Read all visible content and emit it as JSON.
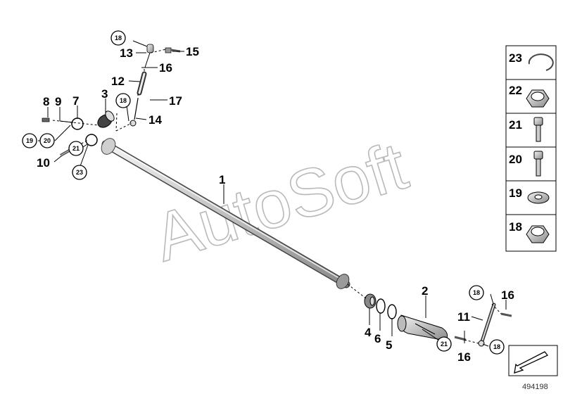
{
  "watermark": "AutoSoft",
  "document_number": "494198",
  "callouts": {
    "c1": "1",
    "c2": "2",
    "c3": "3",
    "c4": "4",
    "c5": "5",
    "c6": "6",
    "c7": "7",
    "c8": "8",
    "c9": "9",
    "c10": "10",
    "c11": "11",
    "c12": "12",
    "c13": "13",
    "c14": "14",
    "c15": "15",
    "c16a": "16",
    "c16b": "16",
    "c16c": "16",
    "c17": "17"
  },
  "circled": {
    "r18a": "18",
    "r18b": "18",
    "r18c": "18",
    "r18d": "18",
    "r19": "19",
    "r20": "20",
    "r21a": "21",
    "r21b": "21",
    "r23": "23"
  },
  "legend": [
    {
      "label": "23",
      "part": "circlip-ring-icon"
    },
    {
      "label": "22",
      "part": "hex-nut-icon"
    },
    {
      "label": "21",
      "part": "socket-cap-screw-icon"
    },
    {
      "label": "20",
      "part": "socket-cap-screw-icon"
    },
    {
      "label": "19",
      "part": "flat-washer-icon"
    },
    {
      "label": "18",
      "part": "hex-nut-icon"
    }
  ]
}
